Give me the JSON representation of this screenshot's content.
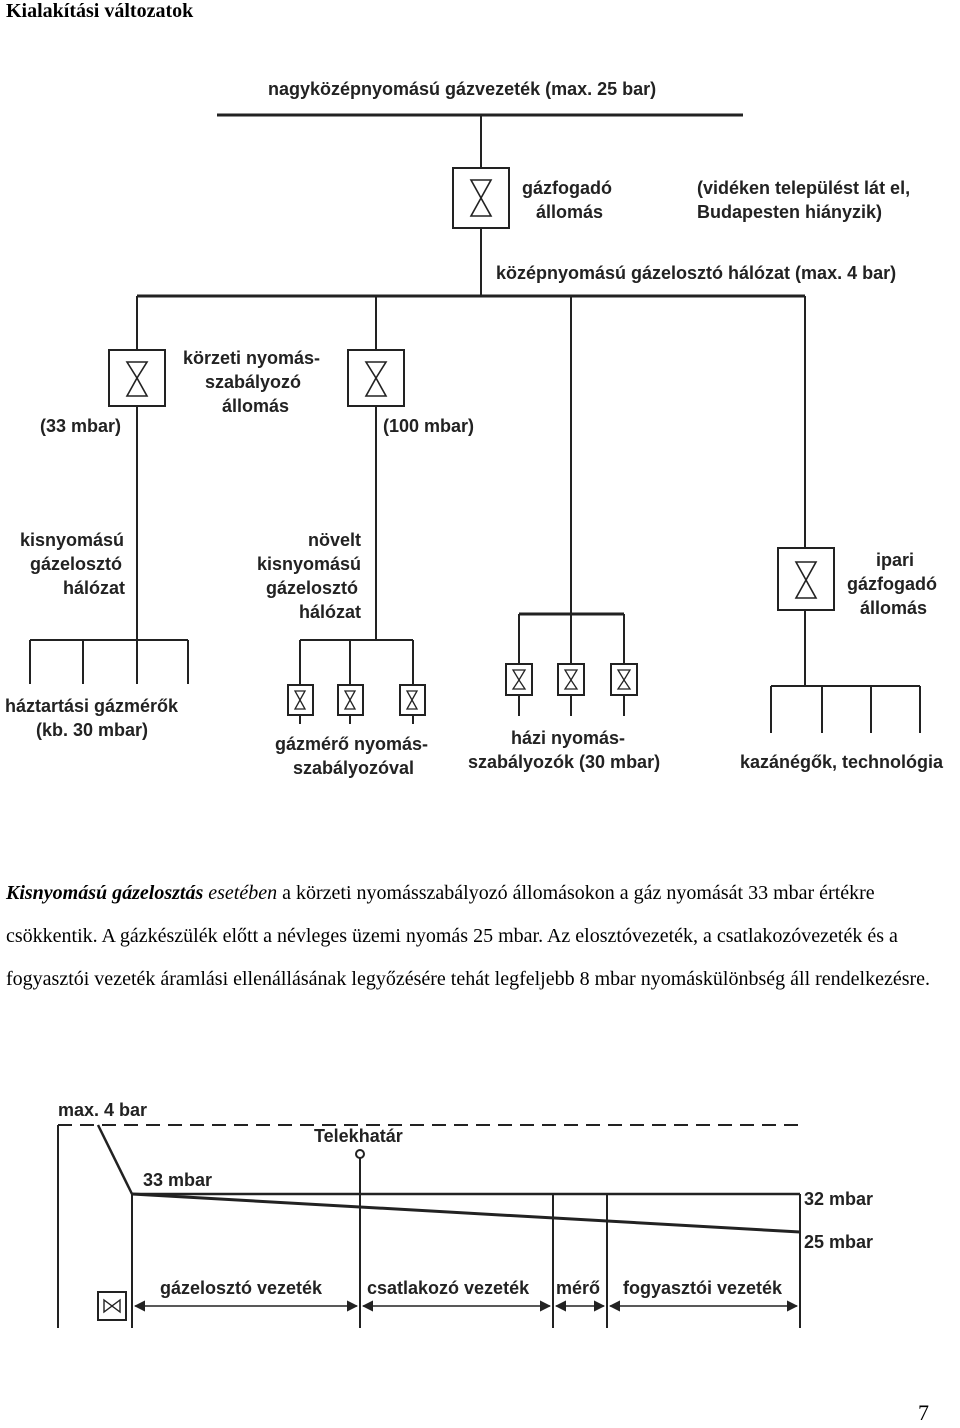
{
  "heading": "Kialakítási változatok",
  "diagram1": {
    "main_line": "nagyközépnyomású gázvezeték (max. 25 bar)",
    "receiving_station": [
      "gázfogadó",
      "állomás"
    ],
    "receiving_note": [
      "(vidéken települést lát el,",
      "Budapesten hiányzik)"
    ],
    "medium_network": "középnyomású gázelosztó hálózat (max. 4 bar)",
    "district_regulator": [
      "körzeti nyomás-",
      "szabályozó",
      "állomás"
    ],
    "left_pressure": "(33 mbar)",
    "mid_pressure": "(100 mbar)",
    "low_network": [
      "kisnyomású",
      "gázelosztó",
      "hálózat"
    ],
    "increased_network": [
      "növelt",
      "kisnyomású",
      "gázelosztó",
      "hálózat"
    ],
    "industrial_station": [
      "ipari",
      "gázfogadó",
      "állomás"
    ],
    "household_meters": [
      "háztartási gázmérők",
      "(kb. 30 mbar)"
    ],
    "meter_regulators": [
      "gázmérő nyomás-",
      "szabályozóval"
    ],
    "house_regulators": [
      "házi nyomás-",
      "szabályozók (30 mbar)"
    ],
    "boilers": "kazánégők, technológia"
  },
  "paragraph": {
    "term": "Kisnyomású gázelosztás",
    "term_suffix": "esetében",
    "rest": " a körzeti nyomásszabályozó állomásokon a gáz nyomását 33 mbar értékre csökkentik. A gázkészülék előtt a névleges üzemi nyomás 25 mbar. Az elosztóvezeték, a csatlakozóvezeték és a fogyasztói vezeték áramlási ellenállásának legyőzésére tehát legfeljebb 8 mbar nyomáskülönbség áll rendelkezésre."
  },
  "diagram2": {
    "max_label": "max. 4 bar",
    "start_label": "33 mbar",
    "boundary_label": "Telekhatár",
    "end_upper": "32 mbar",
    "end_lower": "25 mbar",
    "segments": [
      "gázelosztó vezeték",
      "csatlakozó vezeték",
      "mérő",
      "fogyasztói vezeték"
    ]
  },
  "page_number": "7"
}
